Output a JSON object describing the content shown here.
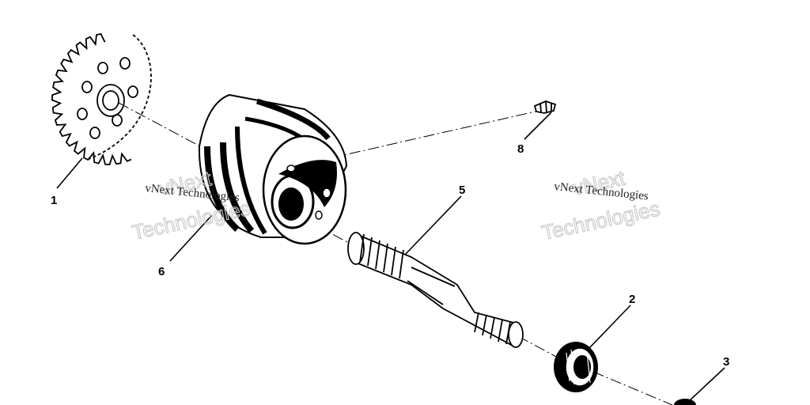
{
  "callouts": {
    "c1": "1",
    "c2": "2",
    "c3": "3",
    "c5": "5",
    "c6": "6",
    "c8": "8"
  },
  "watermarks": [
    {
      "small": "vNext Technologies",
      "big_line1": "vNext",
      "big_line2": "Technologies"
    },
    {
      "small": "vNext Technologies",
      "big_line1": "vNext",
      "big_line2": "Technologies"
    }
  ],
  "icons": {
    "sprocket": "sprocket-gear-icon",
    "rotor": "pump-rotor-icon",
    "shaft": "splined-shaft-icon",
    "bearing": "ball-bearing-icon",
    "screw": "screw-icon"
  },
  "colors": {
    "ink": "#000000",
    "watermark": "#c8c8c8",
    "background": "#ffffff"
  }
}
